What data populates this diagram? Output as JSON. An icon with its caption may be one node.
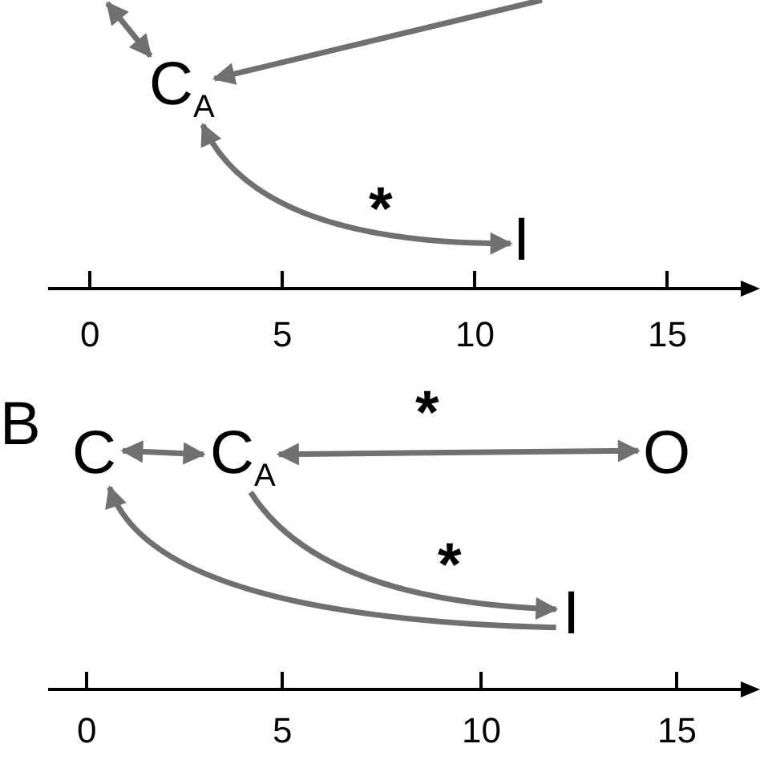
{
  "diagram": {
    "nodes": [
      {
        "text": [
          "C$_{A}$"
        ]
      },
      {
        "text": [
          "I"
        ]
      },
      {
        "text": [
          "C"
        ]
      },
      {
        "text": [
          "C$_{A}$"
        ]
      },
      {
        "text": [
          "O"
        ]
      },
      {
        "text": [
          "I"
        ]
      }
    ],
    "edges": [
      {
        "from": null,
        "to": 0,
        "arrow": "both"
      },
      {
        "from": null,
        "to": 0,
        "arrow": "to"
      },
      {
        "from": 0,
        "to": 1,
        "arrow": "both",
        "label": "*"
      },
      {
        "from": 2,
        "to": 3,
        "arrow": "both"
      },
      {
        "from": 3,
        "to": 4,
        "arrow": "both",
        "label": "*"
      },
      {
        "from": 3,
        "to": 5,
        "arrow": "to",
        "label": "*"
      },
      {
        "from": 5,
        "to": 2,
        "arrow": "to"
      }
    ],
    "labels": [
      "0",
      "5",
      "10",
      "15",
      "B",
      "0",
      "5",
      "10",
      "15"
    ]
  }
}
